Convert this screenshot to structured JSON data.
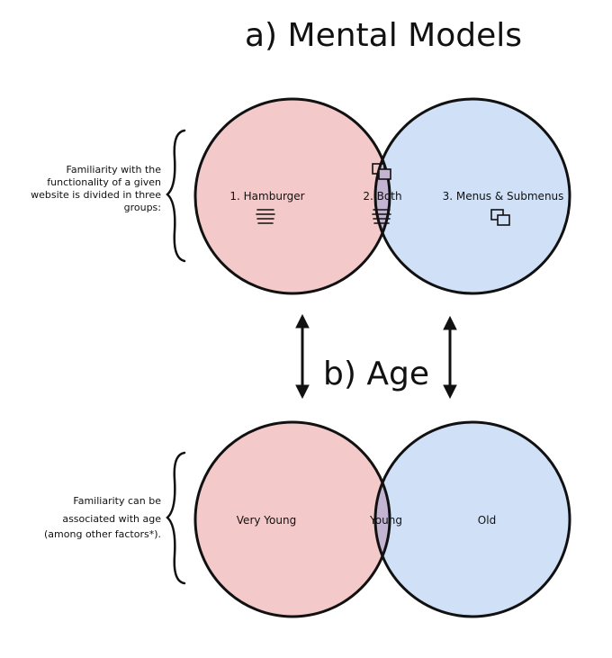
{
  "title_a": "a) Mental Models",
  "title_b": "b) Age",
  "note_a": [
    "Familiarity with the",
    "functionality of a given",
    "website is divided in three",
    "groups:"
  ],
  "note_b": [
    "Familiarity can be",
    "associated with age",
    "(among other factors*)."
  ],
  "top": {
    "left_label": "1. Hamburger",
    "mid_label": "2. Both",
    "right_label": "3. Menus & Submenus",
    "icons": [
      "hamburger-icon",
      "windows-icon"
    ]
  },
  "bottom": {
    "left_label": "Very Young",
    "mid_label": "Young",
    "right_label": "Old"
  },
  "colors": {
    "left_fill": "#f3c9c9",
    "right_fill": "#cfe0f7",
    "overlap_fill": "#c3b4d2",
    "stroke": "#111111"
  }
}
